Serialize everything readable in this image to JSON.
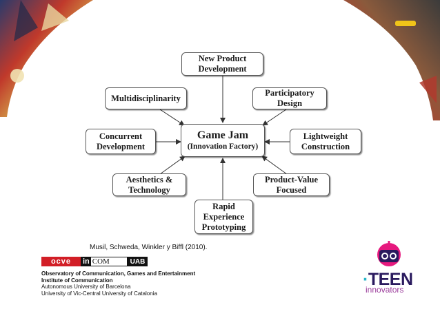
{
  "diagram": {
    "center": {
      "line1": "Game Jam",
      "line2": "(Innovation Factory)"
    },
    "nodes": {
      "top": [
        "New Product",
        "Development"
      ],
      "top_left": [
        "Multidisciplinarity"
      ],
      "top_right": [
        "Participatory",
        "Design"
      ],
      "left": [
        "Concurrent",
        "Development"
      ],
      "right": [
        "Lightweight",
        "Construction"
      ],
      "bottom_left": [
        "Aesthetics &",
        "Technology"
      ],
      "bottom_right": [
        "Product-Value",
        "Focused"
      ],
      "bottom": [
        "Rapid",
        "Experience",
        "Prototyping"
      ]
    }
  },
  "citation": "Musil, Schweda, Winkler y Biffl (2010).",
  "logos": {
    "ocve": "ocve",
    "incom_in": "in",
    "incom_com": "COM",
    "uab": "UAB"
  },
  "institution": {
    "line1": "Observatory of Communication, Games and Entertainment",
    "line2": "Institute of Communication",
    "line3": "Autonomous University of Barcelona",
    "line4": "University of Vic-Central University of Catalonia"
  },
  "teen_logo": {
    "dot": "·",
    "word": "TEEN",
    "sub": "innovators",
    "icon": "robot-icon"
  },
  "colors": {
    "teen_pink": "#e6197e",
    "teen_cyan": "#27b6c9",
    "teen_purple": "#2a1a5e",
    "ocve_red": "#d21e26"
  }
}
